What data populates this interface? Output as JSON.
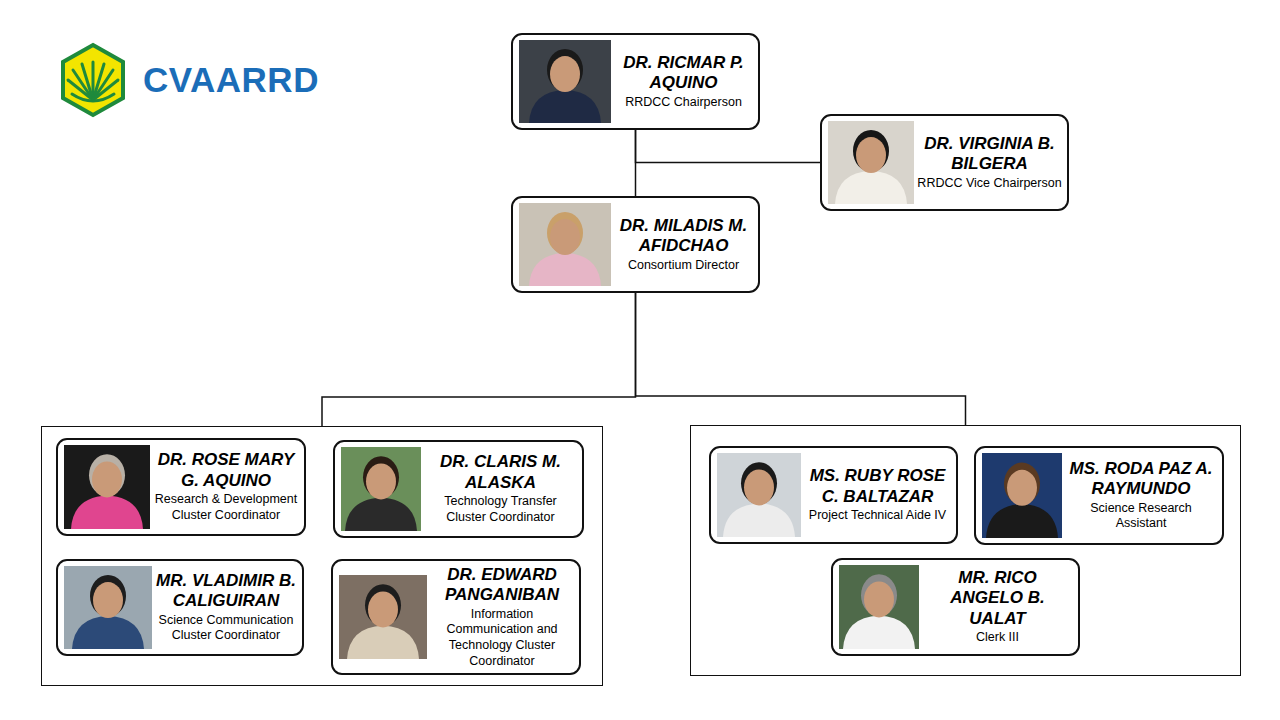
{
  "diagram": {
    "nodes": [
      {
        "text": [
          "DR. RICMAR P. AQUINO",
          "RRDCC Chairperson"
        ]
      },
      {
        "text": [
          "DR. VIRGINIA B. BILGERA",
          "RRDCC Vice Chairperson"
        ]
      },
      {
        "text": [
          "DR. MILADIS M. AFIDCHAO",
          "Consortium Director"
        ]
      },
      {
        "text": []
      },
      {
        "text": [
          "DR. ROSE MARY G. AQUINO",
          "Research & Development Cluster Coordinator"
        ],
        "in": 3
      },
      {
        "text": [
          "DR. CLARIS M. ALASKA",
          "Technology Transfer Cluster Coordinator"
        ],
        "in": 3
      },
      {
        "text": [
          "MR. VLADIMIR B. CALIGUIRAN",
          "Science Communication Cluster Coordinator"
        ],
        "in": 3
      },
      {
        "text": [
          "DR. EDWARD PANGANIBAN",
          "Information Communication and Technology Cluster Coordinator"
        ],
        "in": 3
      },
      {
        "text": []
      },
      {
        "text": [
          "MS. RUBY ROSE C. BALTAZAR",
          "Project Technical Aide IV"
        ],
        "in": 8
      },
      {
        "text": [
          "MS. RODA PAZ A. RAYMUNDO",
          "Science Research Assistant"
        ],
        "in": 8
      },
      {
        "text": [
          "MR. RICO ANGELO B. UALAT",
          "Clerk III"
        ],
        "in": 8
      }
    ],
    "edges": [
      {
        "from": 0,
        "to": 2,
        "arrow": "none"
      },
      {
        "from": 0,
        "to": 1,
        "arrow": "none"
      },
      {
        "from": 2,
        "to": 3,
        "arrow": "none"
      },
      {
        "from": 2,
        "to": 8,
        "arrow": "none"
      }
    ],
    "labels": [
      "CVAARRD"
    ]
  }
}
